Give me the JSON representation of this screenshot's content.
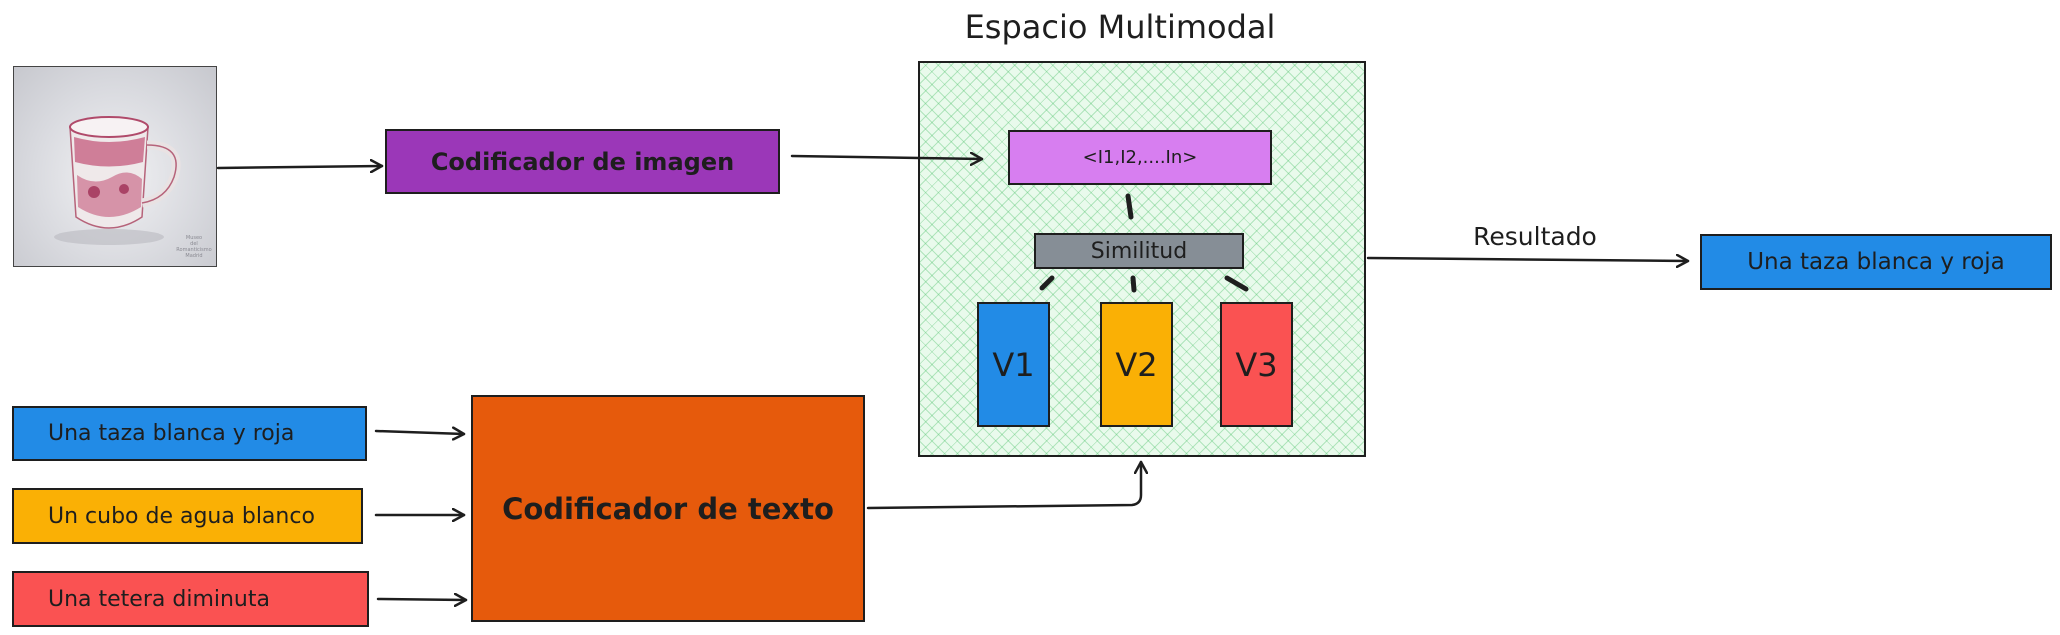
{
  "diagram": {
    "image_encoder": "Codificador de imagen",
    "text_encoder": "Codificador de texto",
    "space_title": "Espacio Multimodal",
    "image_vector": "<I1,I2,....In>",
    "similarity": "Similitud",
    "vectors": [
      "V1",
      "V2",
      "V3"
    ],
    "texts": [
      "Una taza blanca y roja",
      "Un cubo de agua blanco",
      "Una tetera diminuta"
    ],
    "result_label": "Resultado",
    "result": "Una taza blanca y roja",
    "image_watermark": [
      "Museo",
      "del",
      "Romanticismo",
      "Madrid"
    ]
  },
  "colors": {
    "image_encoder": "#9b37b8",
    "text_encoder": "#e65a0c",
    "image_vector": "#d77ef0",
    "similarity": "#868e96",
    "blue": "#228be6",
    "yellow": "#fab005",
    "red": "#fa5252",
    "space_fill": "#b2f2bb"
  }
}
